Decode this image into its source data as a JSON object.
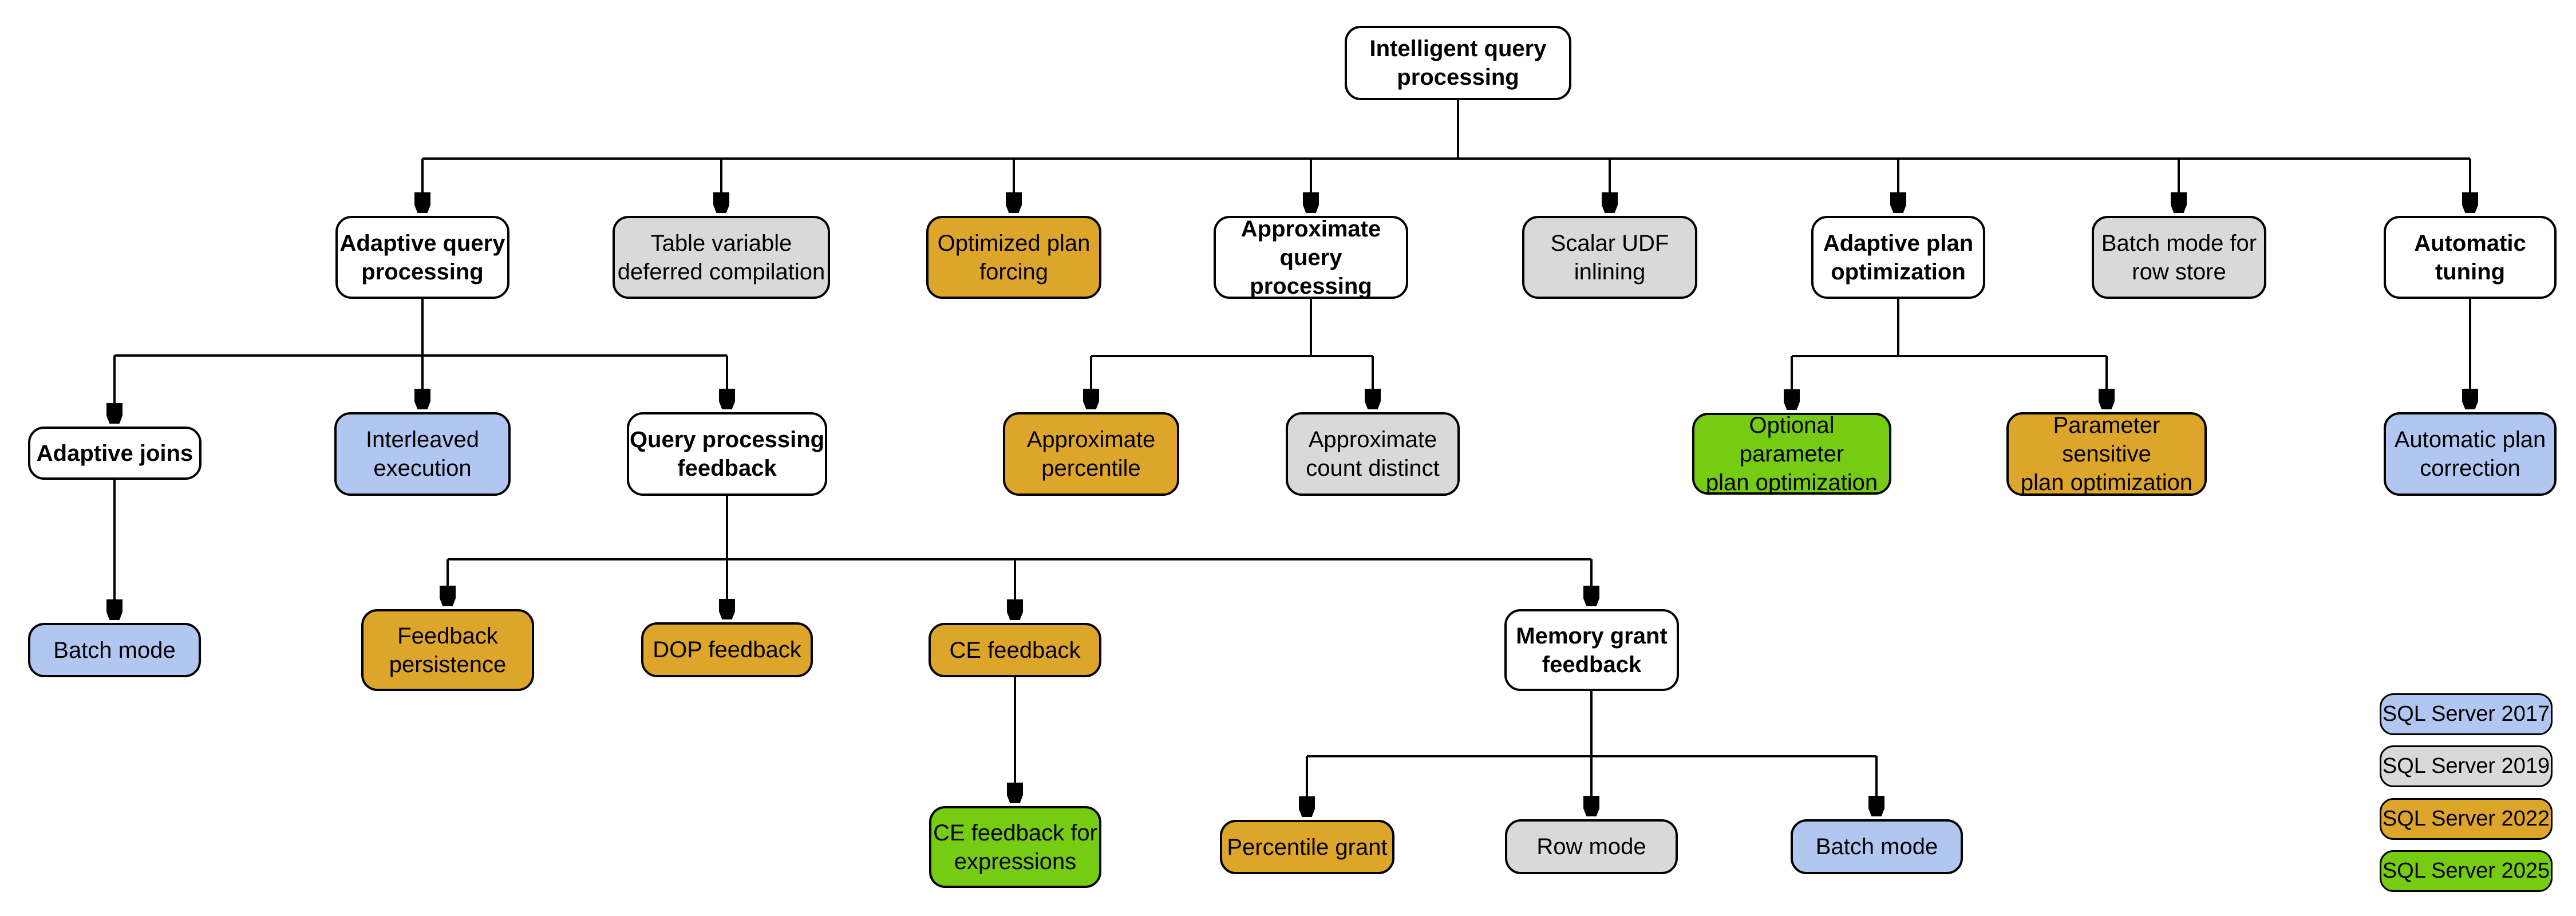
{
  "nodes": {
    "intelligent_query_processing": {
      "label": "Intelligent query\nprocessing",
      "version": "category"
    },
    "adaptive_query_processing": {
      "label": "Adaptive query\nprocessing",
      "version": "category"
    },
    "table_variable_deferred_compilation": {
      "label": "Table variable\ndeferred compilation",
      "version": "SQL Server 2019"
    },
    "optimized_plan_forcing": {
      "label": "Optimized plan\nforcing",
      "version": "SQL Server 2022"
    },
    "approximate_query_processing": {
      "label": "Approximate\nquery processing",
      "version": "category"
    },
    "scalar_udf_inlining": {
      "label": "Scalar UDF\ninlining",
      "version": "SQL Server 2019"
    },
    "adaptive_plan_optimization": {
      "label": "Adaptive plan\noptimization",
      "version": "category"
    },
    "batch_mode_for_row_store": {
      "label": "Batch mode for\nrow store",
      "version": "SQL Server 2019"
    },
    "automatic_tuning": {
      "label": "Automatic\ntuning",
      "version": "category"
    },
    "adaptive_joins": {
      "label": "Adaptive joins",
      "version": "category"
    },
    "interleaved_execution": {
      "label": "Interleaved\nexecution",
      "version": "SQL Server 2017"
    },
    "query_processing_feedback": {
      "label": "Query processing\nfeedback",
      "version": "category"
    },
    "approximate_percentile": {
      "label": "Approximate\npercentile",
      "version": "SQL Server 2022"
    },
    "approximate_count_distinct": {
      "label": "Approximate\ncount distinct",
      "version": "SQL Server 2019"
    },
    "optional_parameter_plan_optimization": {
      "label": "Optional parameter\nplan optimization",
      "version": "SQL Server 2025"
    },
    "parameter_sensitive_plan_optimization": {
      "label": "Parameter sensitive\nplan optimization",
      "version": "SQL Server 2022"
    },
    "automatic_plan_correction": {
      "label": "Automatic plan\ncorrection",
      "version": "SQL Server 2017"
    },
    "batch_mode_adaptive_joins": {
      "label": "Batch mode",
      "version": "SQL Server 2017"
    },
    "feedback_persistence": {
      "label": "Feedback\npersistence",
      "version": "SQL Server 2022"
    },
    "dop_feedback": {
      "label": "DOP feedback",
      "version": "SQL Server 2022"
    },
    "ce_feedback": {
      "label": "CE feedback",
      "version": "SQL Server 2022"
    },
    "memory_grant_feedback": {
      "label": "Memory grant\nfeedback",
      "version": "category"
    },
    "ce_feedback_for_expressions": {
      "label": "CE feedback for\nexpressions",
      "version": "SQL Server 2025"
    },
    "percentile_grant": {
      "label": "Percentile grant",
      "version": "SQL Server 2022"
    },
    "row_mode": {
      "label": "Row mode",
      "version": "SQL Server 2019"
    },
    "batch_mode_memory_grant": {
      "label": "Batch mode",
      "version": "SQL Server 2017"
    }
  },
  "legend": [
    {
      "label": "SQL Server 2017",
      "version": "v2017"
    },
    {
      "label": "SQL Server 2019",
      "version": "v2019"
    },
    {
      "label": "SQL Server 2022",
      "version": "v2022"
    },
    {
      "label": "SQL Server 2025",
      "version": "v2025"
    }
  ],
  "palette": {
    "v2017": "#B1C7F2",
    "v2019": "#D9D9D9",
    "v2022": "#DDA52A",
    "v2025": "#76CB13",
    "category": "#FFFFFF",
    "line": "#000000",
    "text": "#000000",
    "background": "#FFFFFF"
  }
}
